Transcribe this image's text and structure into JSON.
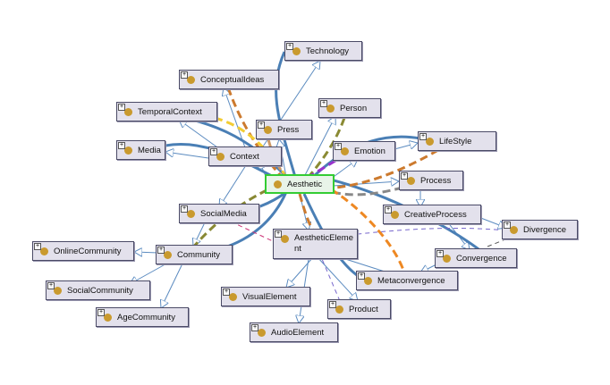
{
  "colors": {
    "node_bg": "#e3e1ec",
    "node_border": "#4a4a66",
    "selected_border": "#33cc33",
    "class_dot": "#c99a2e",
    "subclass_edge": "#5b8bc0",
    "thick_edge": "#4a7fb5"
  },
  "icons": {
    "expand": "plus-box-icon",
    "class": "class-dot-icon"
  },
  "nodes": {
    "technology": "Technology",
    "conceptual_ideas": "ConceptualIdeas",
    "temporal_context": "TemporalContext",
    "person": "Person",
    "press": "Press",
    "media": "Media",
    "context": "Context",
    "emotion": "Emotion",
    "lifestyle": "LifeStyle",
    "aesthetic": "Aesthetic",
    "process": "Process",
    "social_media": "SocialMedia",
    "creative_process": "CreativeProcess",
    "divergence": "Divergence",
    "aesthetic_element": "AestheticElement",
    "online_community": "OnlineCommunity",
    "community": "Community",
    "convergence": "Convergence",
    "social_community": "SocialCommunity",
    "metaconvergence": "Metaconvergence",
    "visual_element": "VisualElement",
    "product": "Product",
    "age_community": "AgeCommunity",
    "audio_element": "AudioElement"
  }
}
